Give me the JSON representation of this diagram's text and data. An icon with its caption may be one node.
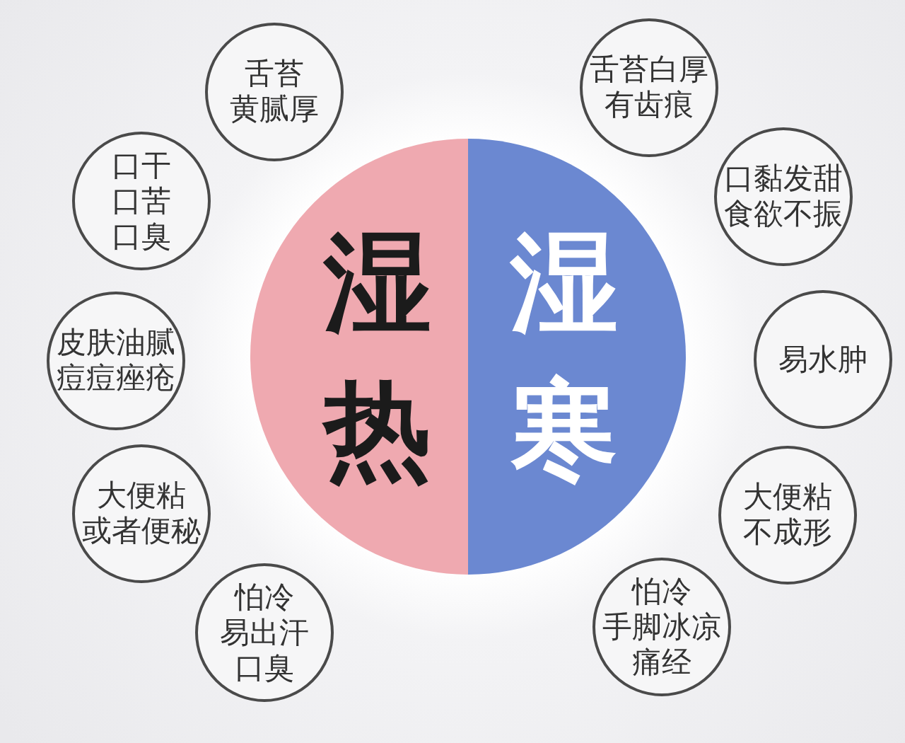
{
  "diagram": {
    "nodes": [
      {
        "text": [
          "湿热"
        ]
      },
      {
        "text": [
          "湿寒"
        ]
      },
      {
        "text": [
          "舌苔",
          "黄腻厚"
        ]
      },
      {
        "text": [
          "口干",
          "口苦",
          "口臭"
        ]
      },
      {
        "text": [
          "皮肤油腻",
          "痘痘痤疮"
        ]
      },
      {
        "text": [
          "大便粘",
          "或者便秘"
        ]
      },
      {
        "text": [
          "怕冷",
          "易出汗",
          "口臭"
        ]
      },
      {
        "text": [
          "舌苔白厚",
          "有齿痕"
        ]
      },
      {
        "text": [
          "口黏发甜",
          "食欲不振"
        ]
      },
      {
        "text": [
          "易水肿"
        ]
      },
      {
        "text": [
          "大便粘",
          "不成形"
        ]
      },
      {
        "text": [
          "怕冷",
          "手脚冰凉",
          "痛经"
        ]
      }
    ]
  }
}
